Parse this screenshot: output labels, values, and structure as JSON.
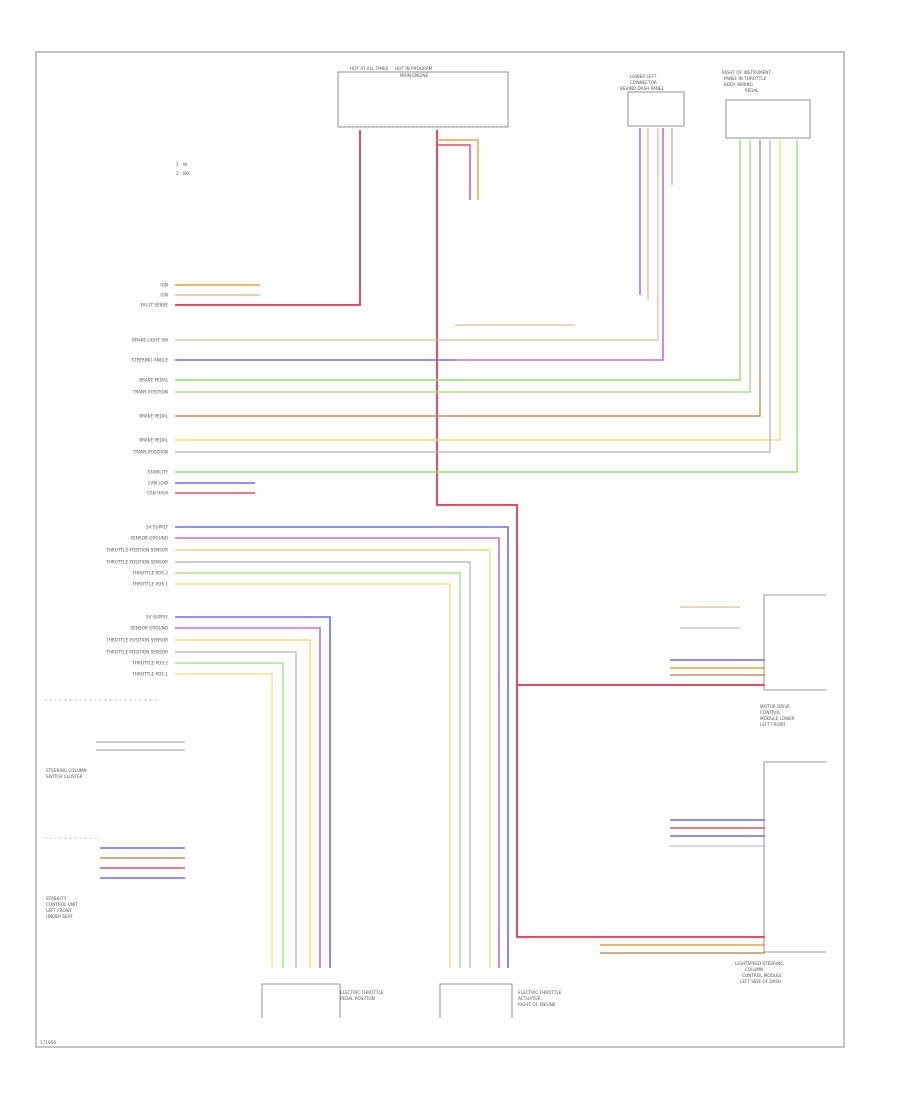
{
  "diagram": {
    "footer_code": "171956",
    "legend": [
      "1 - W",
      "2 - WX"
    ],
    "components": [
      {
        "id": "top_fuse",
        "lines": [
          "HOT AT ALL TIMES",
          "HOT IN PROGRAM",
          "MAIN ENGINE"
        ]
      },
      {
        "id": "lower_left",
        "lines": [
          "LOWER LEFT",
          "CONNECTOR",
          "BEHIND DASH PANEL"
        ]
      },
      {
        "id": "instrument",
        "lines": [
          "RIGHT OF INSTRUMENT",
          "PANEL IN THROTTLE",
          "BODY WIRING",
          "PEDAL"
        ]
      },
      {
        "id": "right_mid",
        "lines": [
          "MOTOR DRIVE",
          "CONTROL",
          "MODULE LOWER",
          "LEFT FRONT"
        ]
      },
      {
        "id": "right_bottom",
        "lines": [
          "LIGHTSPEED STEERING",
          "COLUMN",
          "CONTROL MODULE",
          "LEFT SIDE OF DASH"
        ]
      },
      {
        "id": "throttle1",
        "lines": [
          "ELECTRIC THROTTLE",
          "PEDAL POSITION"
        ]
      },
      {
        "id": "throttle2",
        "lines": [
          "ELECTRIC THROTTLE",
          "ACTUATOR",
          "RIGHT OF ENGINE"
        ]
      },
      {
        "id": "steer_switch",
        "lines": [
          "STEERING COLUMN",
          "SWITCH CLUSTER"
        ]
      },
      {
        "id": "yaw_sensor",
        "lines": [
          "STABILITY",
          "CONTROL UNIT",
          "LEFT FRONT",
          "UNDER SEAT"
        ]
      }
    ],
    "left_labels": [
      "IGN",
      "IGN",
      "FAULT SENSE",
      "BRAKE LIGHT SW",
      "STEERING ANGLE",
      "BRAKE PEDAL",
      "TRANS POSITION",
      "BRAKE PEDAL",
      "BRAKE PEDAL",
      "TRANS POSITION",
      "STABILITY",
      "CAN LOW",
      "CAN HIGH",
      "5V SUPPLY",
      "SENSOR GROUND",
      "THROTTLE POSITION SENSOR",
      "THROTTLE POSITION SENSOR",
      "THROTTLE POS 2",
      "THROTTLE POS 1",
      "5V SUPPLY",
      "SENSOR GROUND",
      "THROTTLE POSITION SENSOR",
      "THROTTLE POSITION SENSOR",
      "THROTTLE POS 2",
      "THROTTLE POS 1"
    ]
  }
}
